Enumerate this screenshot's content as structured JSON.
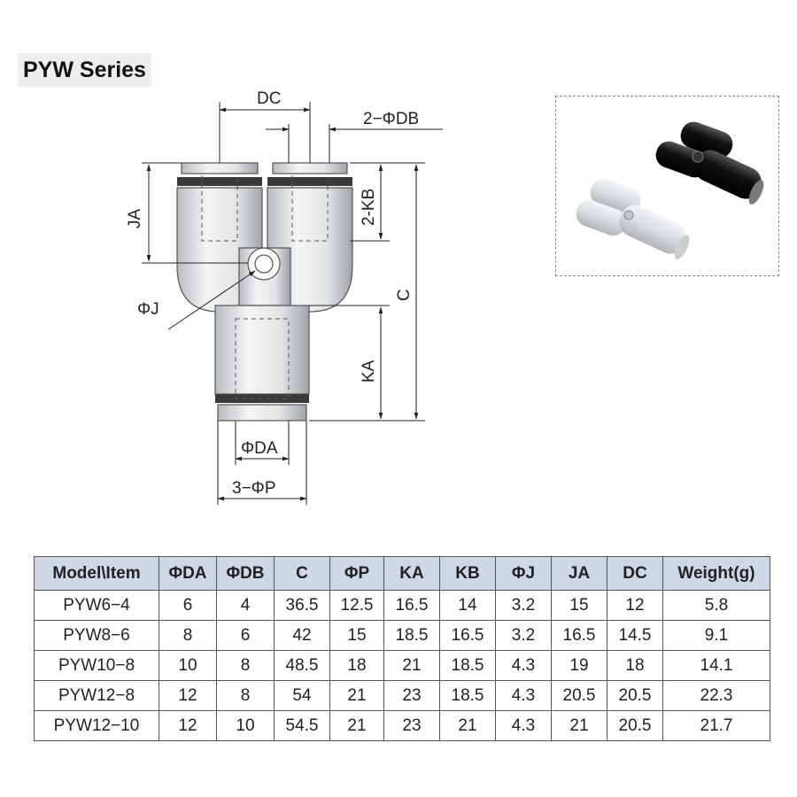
{
  "title": "PYW Series",
  "drawing": {
    "labels": {
      "dc": "DC",
      "db": "2−ΦDB",
      "kb": "2-KB",
      "ja": "JA",
      "j": "ΦJ",
      "c": "C",
      "ka": "KA",
      "da": "ΦDA",
      "p": "3−ΦP"
    }
  },
  "photo": {
    "description_icons": [
      "black-union-y-fitting",
      "white-union-y-fitting"
    ]
  },
  "table": {
    "headers": [
      "Model\\Item",
      "ΦDA",
      "ΦDB",
      "C",
      "ΦP",
      "KA",
      "KB",
      "ΦJ",
      "JA",
      "DC",
      "Weight(g)"
    ],
    "rows": [
      [
        "PYW6−4",
        "6",
        "4",
        "36.5",
        "12.5",
        "16.5",
        "14",
        "3.2",
        "15",
        "12",
        "5.8"
      ],
      [
        "PYW8−6",
        "8",
        "6",
        "42",
        "15",
        "18.5",
        "16.5",
        "3.2",
        "16.5",
        "14.5",
        "9.1"
      ],
      [
        "PYW10−8",
        "10",
        "8",
        "48.5",
        "18",
        "21",
        "18.5",
        "4.3",
        "19",
        "18",
        "14.1"
      ],
      [
        "PYW12−8",
        "12",
        "8",
        "54",
        "21",
        "23",
        "18.5",
        "4.3",
        "20.5",
        "20.5",
        "22.3"
      ],
      [
        "PYW12−10",
        "12",
        "10",
        "54.5",
        "21",
        "23",
        "21",
        "4.3",
        "21",
        "20.5",
        "21.7"
      ]
    ]
  },
  "colors": {
    "header_bg": "#cfd6e6",
    "title_bg": "#eeeeee",
    "fitting_black": "#1a1a1a",
    "fitting_white": "#dfe3e6"
  }
}
